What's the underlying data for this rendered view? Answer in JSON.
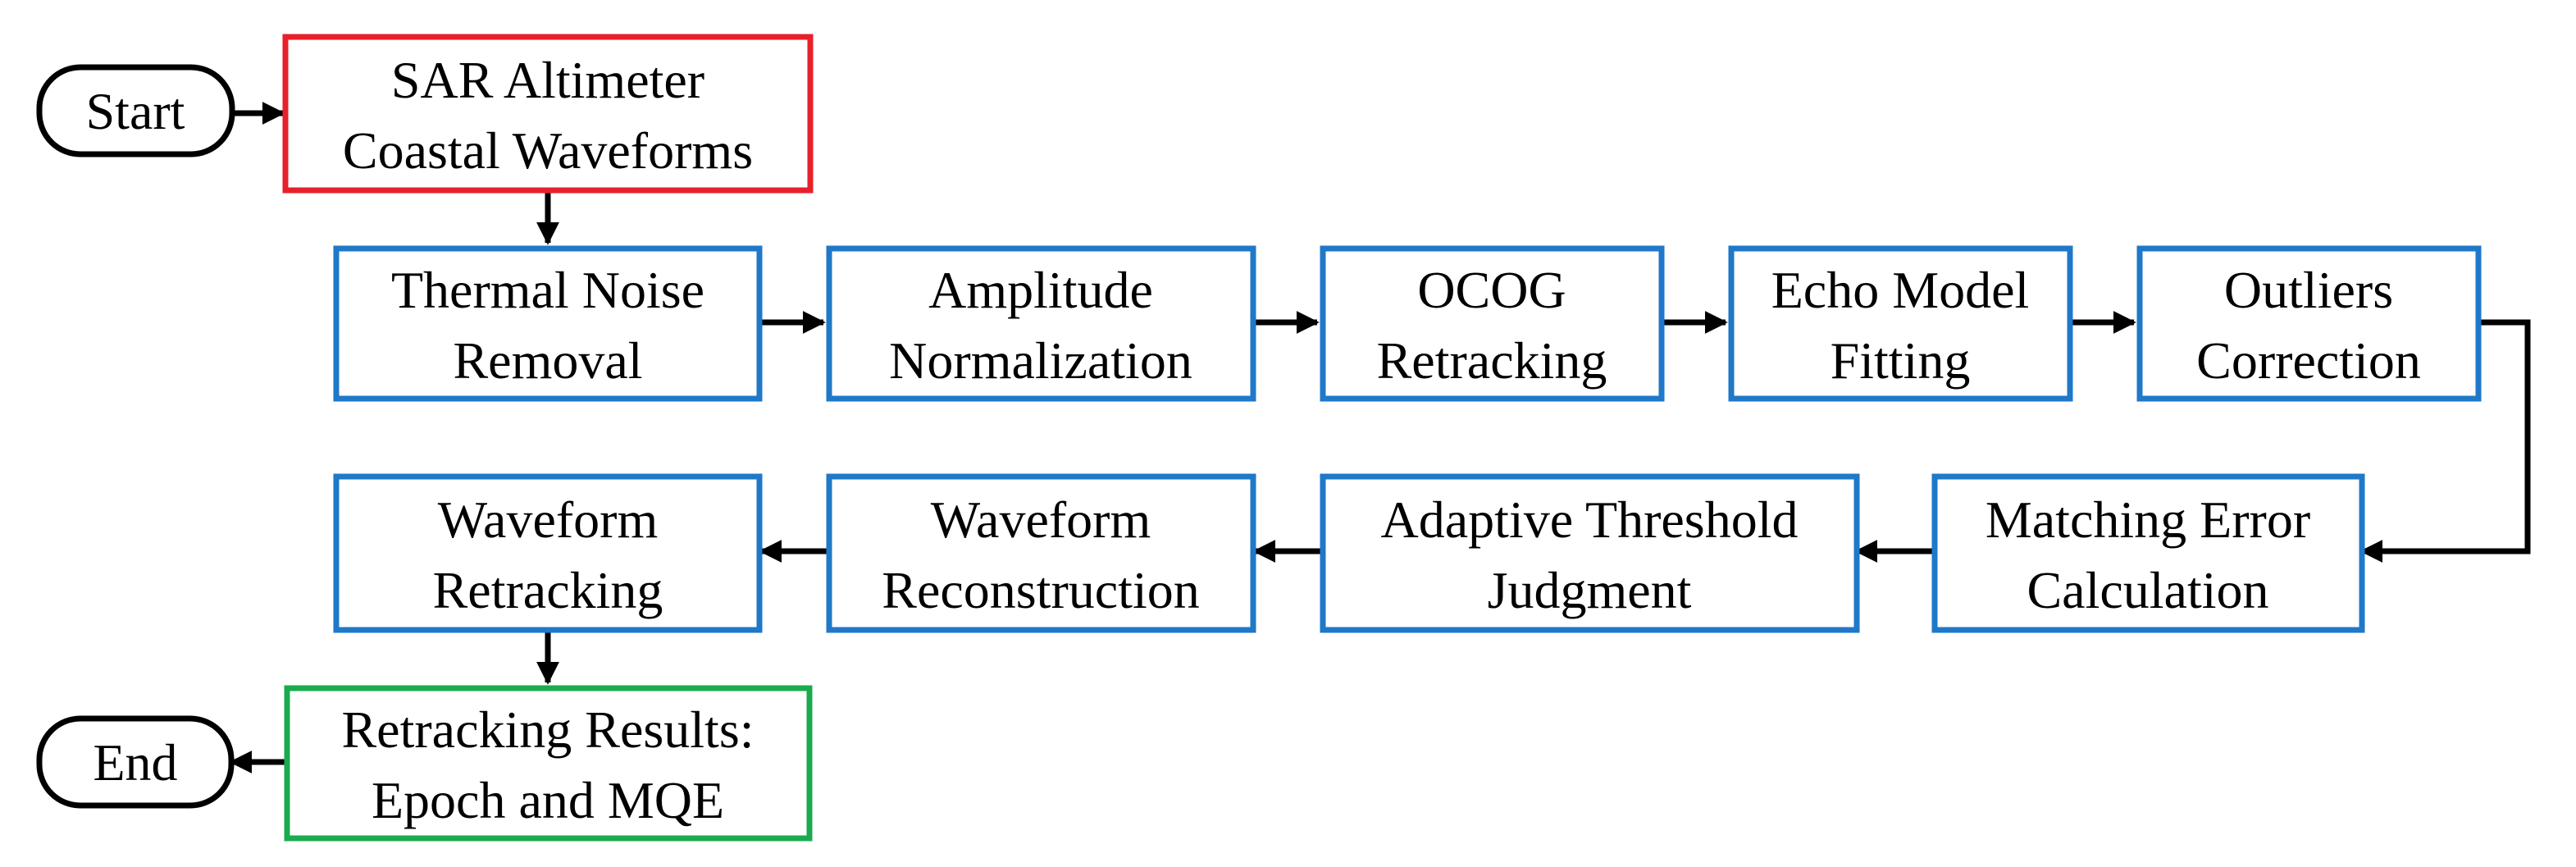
{
  "colors": {
    "terminal_border": "#000000",
    "input_border": "#e8202a",
    "process_border": "#1f78c8",
    "output_border": "#1aab4f",
    "arrow": "#000000",
    "text": "#000000"
  },
  "nodes": {
    "start": {
      "label": "Start",
      "kind": "terminal"
    },
    "input": {
      "kind": "input",
      "lines": [
        "SAR Altimeter",
        "Coastal Waveforms"
      ]
    },
    "thermal": {
      "kind": "process",
      "lines": [
        "Thermal Noise",
        "Removal"
      ]
    },
    "amplitude": {
      "kind": "process",
      "lines": [
        "Amplitude",
        "Normalization"
      ]
    },
    "ocog": {
      "kind": "process",
      "lines": [
        "OCOG",
        "Retracking"
      ]
    },
    "echo": {
      "kind": "process",
      "lines": [
        "Echo Model",
        "Fitting"
      ]
    },
    "outliers": {
      "kind": "process",
      "lines": [
        "Outliers",
        "Correction"
      ]
    },
    "matching": {
      "kind": "process",
      "lines": [
        "Matching Error",
        "Calculation"
      ]
    },
    "adaptive": {
      "kind": "process",
      "lines": [
        "Adaptive Threshold",
        "Judgment"
      ]
    },
    "reconstruction": {
      "kind": "process",
      "lines": [
        "Waveform",
        "Reconstruction"
      ]
    },
    "retracking": {
      "kind": "process",
      "lines": [
        "Waveform",
        "Retracking"
      ]
    },
    "results": {
      "kind": "output",
      "lines": [
        "Retracking Results:",
        "Epoch and MQE"
      ]
    },
    "end": {
      "label": "End",
      "kind": "terminal"
    }
  },
  "edges": [
    {
      "from": "start",
      "to": "input"
    },
    {
      "from": "input",
      "to": "thermal"
    },
    {
      "from": "thermal",
      "to": "amplitude"
    },
    {
      "from": "amplitude",
      "to": "ocog"
    },
    {
      "from": "ocog",
      "to": "echo"
    },
    {
      "from": "echo",
      "to": "outliers"
    },
    {
      "from": "outliers",
      "to": "matching"
    },
    {
      "from": "matching",
      "to": "adaptive"
    },
    {
      "from": "adaptive",
      "to": "reconstruction"
    },
    {
      "from": "reconstruction",
      "to": "retracking"
    },
    {
      "from": "retracking",
      "to": "results"
    },
    {
      "from": "results",
      "to": "end"
    }
  ]
}
